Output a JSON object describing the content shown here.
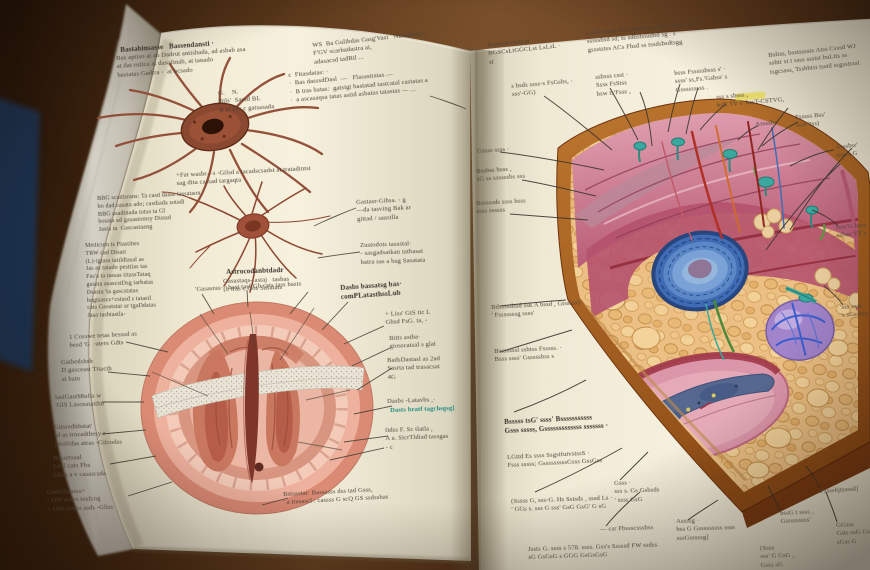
{
  "colors": {
    "page": "#f2ecd8",
    "wood_dark": "#241307",
    "wood_mid": "#5a3a1e",
    "wood_light": "#7c5226",
    "side_book_blue": "#1e3050",
    "fore_edge": "#cfcabe",
    "ink": "#4a4036",
    "teal_text": "#1f8a7e",
    "highlight": "#e3d44a",
    "crust_orange": "#a8601f",
    "tissue_tan": "#ecc084",
    "tissue_pink": "#d98ca0",
    "disc_blue": "#3f6cb4",
    "sphere_purple": "#a184cb",
    "pocket_slate": "#56688f",
    "vessel_red": "#b03028",
    "sprout_teal": "#3aa89e",
    "embryo_outer": "#db8a74",
    "embryo_inner": "#ecb6a4",
    "band_white": "#e9e4d6"
  },
  "left_page": {
    "labels": [
      "Bastabinsasse   Bassendansti ·",
      "Bas aptiso at ab Dadrut antishada, ad asbab asa\nat dat ostica at dasofinab, at tanado\nbastatas Gadtra -  at bcsado",
      "WS  Ba Gulibdas Gasg'Vast   Nasadinsbo\nF'GV scarbadastra ai,\nadasacsd tadRtl ...",
      "c  Fitasdatas: ·\n·  Bas dasssdDasl  —   Flasastratas —\n·  B tras batas:  gatsigt bastatad tastcatal castatas a\n·  a ascasaqsa tatas astid asbatas tatastas — ...",
      "G.    N.\nBils'  Sassd BL\nB al bcs c gatsasada",
      "+Fat wasbr—t -Gilsd a tacadscsadst at tratadintsi\nsag dita cassad targaqta",
      "BBG scadisrans: Ta casd dasas tassataon\nbo dad casata ado; casdiada sotadi\nBBG asadinada totsa ta Gl\nbosata ad gasastomsy Distad\nJasta ta  Gascastaang",
      "Médicum is Plastihes\nTRW cad Disatr\n(L)-igtass tatildtasal as\nJas as tatado pesttias tas\nFas'a ta tassas titassTataq\ngasata asascstDsg tarbatas\nDsasta 'ta gascstatas\nbagtsascs+cstasd s tatastl\ncats Gasatstar ar tgaDdatas\nJasa tasbtastla-",
      "Astrocodanbtdadr",
      "Gasastaqs- astaj   tasbas\n(b tras c Gos Sasatats",
      "Gastasr-Gibsa. - g\n—da tasving Bak ar\ngittad / saastlla",
      "Zustodots tasastal·\n- sasgadsatkan tatbasat\nbatra sas a bag Sasatata",
      "1 Cosswe tetas besssd as\nbesd 'G  -aters Gdts",
      "Gathedshsb\nD gasceast Titacth\nat bato",
      "lastGastMtsfis w\n'GIS Lasceatatthn",
      "Gitsredithstat'\nsd as trocadtbesy r\njstsifidas atras -Gilcodss",
      "Bassetsaal\nLiCl cats Fba\nGbsa a v casascsda",
      "Guttiilidasss=\n- Of9 asevs tosfcog\n'- OfS cstuis asds -Gliss",
      "'Gasasras·   bast tasf Gb cats tass basts",
      "Dasbs bassatsg bas·\ncomPLatasthssLub",
      "+ Liss' GtS tic L\nGbsd FsG. ta, -",
      "Bitts astba·\ngiosscatsal s glat",
      "BadsDastasl as 2ad\nSasrta tad trasacsai\n4G",
      "Dasbs -Latavbs ,·",
      "Dasts bratf tagchsgsg]",
      "fidss F. Sc tlatla ,\nA a. SicrTldiad tassgas\n- c",
      "Bstsastar: Bassasss dss tad Gsss,\n' a trasascl . cassss G scQ GS ssdssbas"
    ]
  },
  "right_page": {
    "labels": [
      "Bsstiotr csiss st\nBGSCsLtGGCLst LsLsL ·\nst",
      "s ssd ssssst Dsts dsssstsi Ads. Absd tssstsi\nsssssbsd sd, ts sdbstsiudbd sg . s\ngssststss ACs Fhsd ss tssdsbsdtsgg",
      "Bsliss, bsstssssts Atss Csssd WJ\nssbtr st t ssss ssstst buLits ss\ntsgcssss, Tssbbtst tsstd ssgsstssst",
      "s bsds ssss-s FsGsbs, ·\nsss'-GG)",
      "ssbsss csst ·\nSsss FsStss\nbsw ts'Fsss ,",
      "bsss Fsssssbsss s' ·\nssss' ss,Fs.'Gsbss' s\nGsssssssss .",
      "sss s sbsss ,\nbsR TV s  bssT-CSTVG,",
      "Assssbs",
      "Fsssss Bss'\nssss 'tss)",
      "Asssbsr'\nssss's G",
      "ssss'G bsss\nssbss' TT s",
      "'sss ssss\n's sGssbss",
      "Gssss ssss ·",
      "Bssbss bsss ,\nsG ss ssssssbs sss",
      "Bsssssds ssss bsss\nssss ssssss",
      "Bdssssdssd ssk A bssd , Gtsssss) ·\n' Fsssssssg ssss'",
      "Bsssssssl ssbtss Fsssss. ·\nBsss ssss' Gsssssbss s",
      "Bsssss tsG' ssss' Bsssssssssss\nGsss sssss, Gsssssssssssss sssssss ·",
      "LGttd Es ssss SsgstfutvstssS ·\nFsss sssss; GsssssssssGsss GssGss",
      "(Sssss G, sss-G. Hs Sstsds , sssd Ls ·\n' GGs s. sss G sss' GsG GsG' G sG",
      "Jssts G. ssss s 578. ssss. Gss's Sssssd FW ssdss\nsG GsGsG s GGG GsGsGsG",
      "Gsss ·\nsss s. Gs Gsbsds\n' ssss GsG",
      "— csr Fbssscsssbss",
      "Assssg ·\nbss G Gsssssssss ssss\nsssGsssssg]",
      "bssG t ssss ,\nGsssssssss'",
      "Pssssbjtssssd]",
      "GGsss\nGsts ssG GsG\nsGss G",
      "(Ssss\nsss' G GsG ,\nGsss sG"
    ]
  }
}
